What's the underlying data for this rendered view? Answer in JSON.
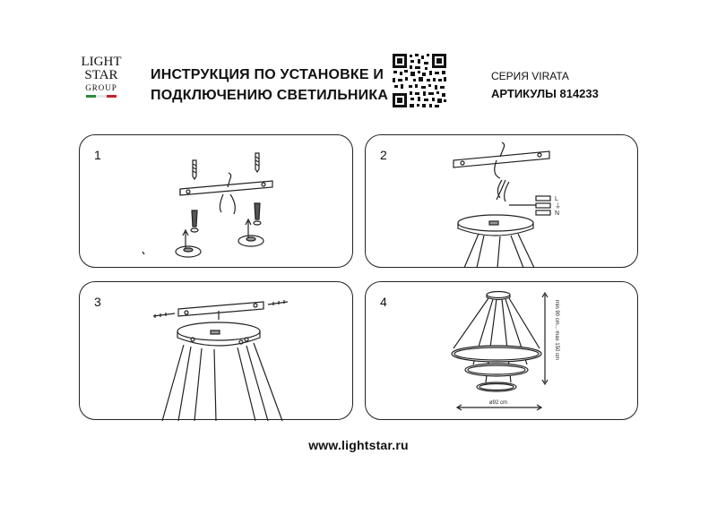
{
  "logo": {
    "line1": "LIGHT",
    "line2": "STAR",
    "line3": "GROUP",
    "flag_colors": [
      "#2e8b3d",
      "#ffffff",
      "#c8202a"
    ]
  },
  "header": {
    "title_line1": "ИНСТРУКЦИЯ ПО УСТАНОВКЕ И",
    "title_line2": "ПОДКЛЮЧЕНИЮ СВЕТИЛЬНИКА",
    "series": "СЕРИЯ VIRATA",
    "articles": "АРТИКУЛЫ 814233"
  },
  "steps": [
    {
      "number": "1"
    },
    {
      "number": "2",
      "wire_labels": [
        "L",
        "⏚",
        "N"
      ]
    },
    {
      "number": "3"
    },
    {
      "number": "4",
      "height_label": "min 90 cm... max 150 cm",
      "diameter_label": "ø92 cm"
    }
  ],
  "footer": {
    "url": "www.lightstar.ru"
  },
  "icons": [
    "qr-code-icon",
    "screw-icon",
    "dowel-icon",
    "arrow-up-icon"
  ]
}
